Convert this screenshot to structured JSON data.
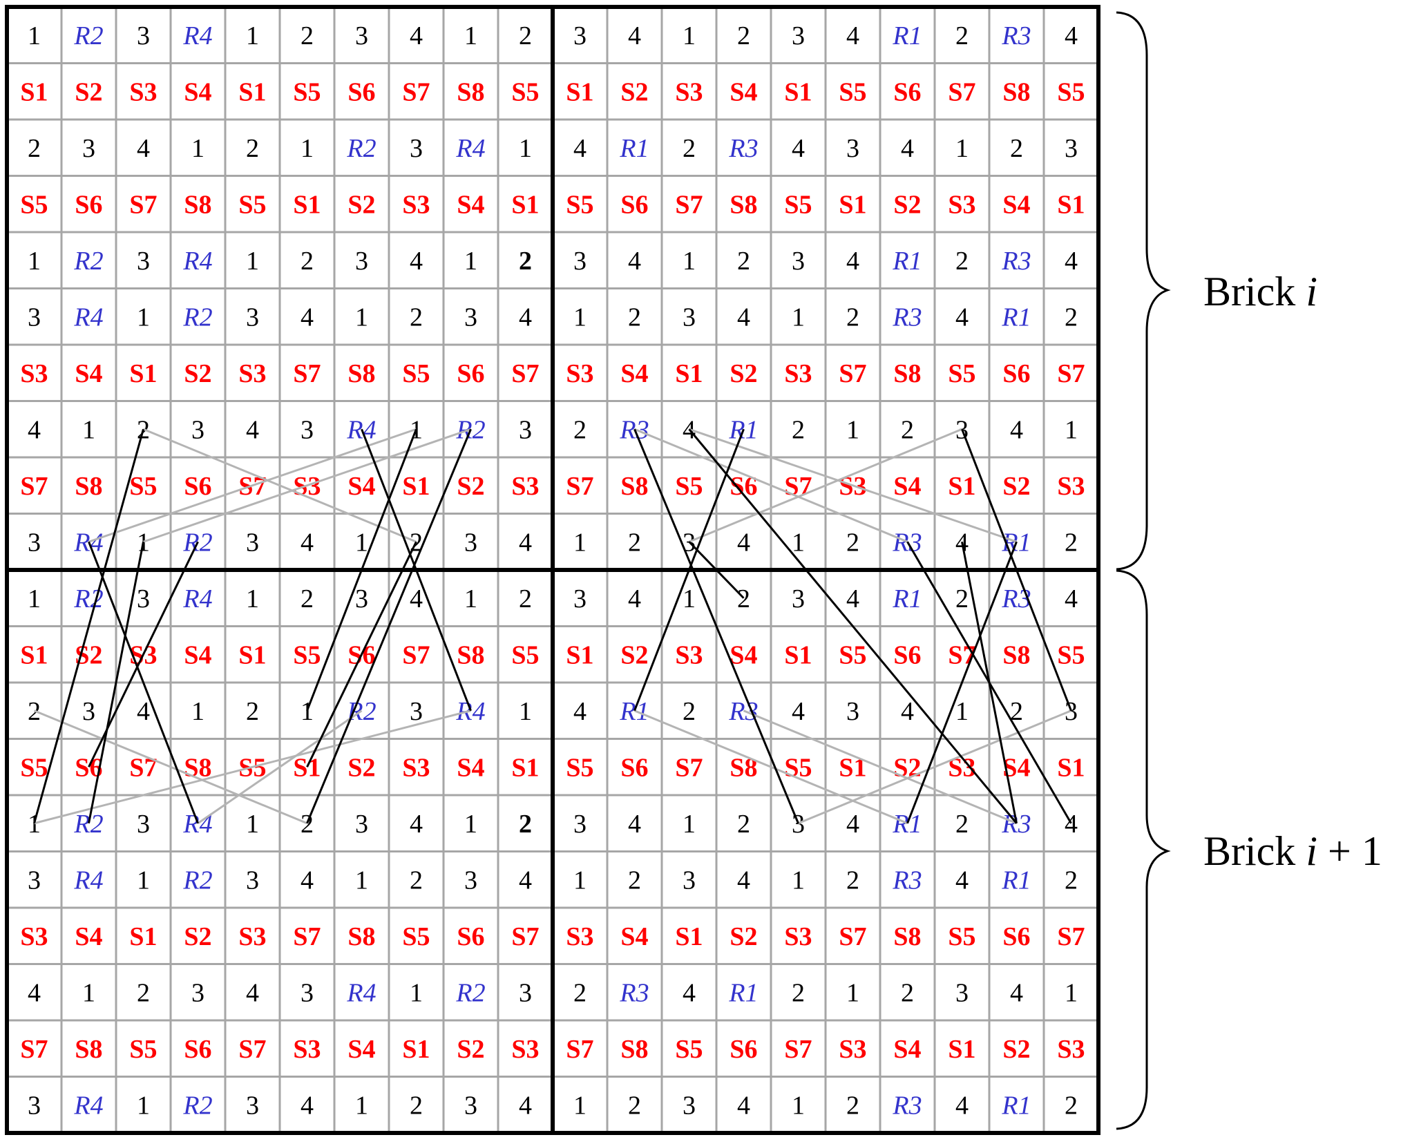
{
  "grid": {
    "rows": [
      [
        "1",
        "R2",
        "3",
        "R4",
        "1",
        "2",
        "3",
        "4",
        "1",
        "2",
        "3",
        "4",
        "1",
        "2",
        "3",
        "4",
        "R1",
        "2",
        "R3",
        "4"
      ],
      [
        "S1",
        "S2",
        "S3",
        "S4",
        "S1",
        "S5",
        "S6",
        "S7",
        "S8",
        "S5",
        "S1",
        "S2",
        "S3",
        "S4",
        "S1",
        "S5",
        "S6",
        "S7",
        "S8",
        "S5"
      ],
      [
        "2",
        "3",
        "4",
        "1",
        "2",
        "1",
        "R2",
        "3",
        "R4",
        "1",
        "4",
        "R1",
        "2",
        "R3",
        "4",
        "3",
        "4",
        "1",
        "2",
        "3"
      ],
      [
        "S5",
        "S6",
        "S7",
        "S8",
        "S5",
        "S1",
        "S2",
        "S3",
        "S4",
        "S1",
        "S5",
        "S6",
        "S7",
        "S8",
        "S5",
        "S1",
        "S2",
        "S3",
        "S4",
        "S1"
      ],
      [
        "1",
        "R2",
        "3",
        "R4",
        "1",
        "2",
        "3",
        "4",
        "1",
        "2",
        "3",
        "4",
        "1",
        "2",
        "3",
        "4",
        "R1",
        "2",
        "R3",
        "4"
      ],
      [
        "3",
        "R4",
        "1",
        "R2",
        "3",
        "4",
        "1",
        "2",
        "3",
        "4",
        "1",
        "2",
        "3",
        "4",
        "1",
        "2",
        "R3",
        "4",
        "R1",
        "2"
      ],
      [
        "S3",
        "S4",
        "S1",
        "S2",
        "S3",
        "S7",
        "S8",
        "S5",
        "S6",
        "S7",
        "S3",
        "S4",
        "S1",
        "S2",
        "S3",
        "S7",
        "S8",
        "S5",
        "S6",
        "S7"
      ],
      [
        "4",
        "1",
        "2",
        "3",
        "4",
        "3",
        "R4",
        "1",
        "R2",
        "3",
        "2",
        "R3",
        "4",
        "R1",
        "2",
        "1",
        "2",
        "3",
        "4",
        "1"
      ],
      [
        "S7",
        "S8",
        "S5",
        "S6",
        "S7",
        "S3",
        "S4",
        "S1",
        "S2",
        "S3",
        "S7",
        "S8",
        "S5",
        "S6",
        "S7",
        "S3",
        "S4",
        "S1",
        "S2",
        "S3"
      ],
      [
        "3",
        "R4",
        "1",
        "R2",
        "3",
        "4",
        "1",
        "2",
        "3",
        "4",
        "1",
        "2",
        "3",
        "4",
        "1",
        "2",
        "R3",
        "4",
        "R1",
        "2"
      ],
      [
        "1",
        "R2",
        "3",
        "R4",
        "1",
        "2",
        "3",
        "4",
        "1",
        "2",
        "3",
        "4",
        "1",
        "2",
        "3",
        "4",
        "R1",
        "2",
        "R3",
        "4"
      ],
      [
        "S1",
        "S2",
        "S3",
        "S4",
        "S1",
        "S5",
        "S6",
        "S7",
        "S8",
        "S5",
        "S1",
        "S2",
        "S3",
        "S4",
        "S1",
        "S5",
        "S6",
        "S7",
        "S8",
        "S5"
      ],
      [
        "2",
        "3",
        "4",
        "1",
        "2",
        "1",
        "R2",
        "3",
        "R4",
        "1",
        "4",
        "R1",
        "2",
        "R3",
        "4",
        "3",
        "4",
        "1",
        "2",
        "3"
      ],
      [
        "S5",
        "S6",
        "S7",
        "S8",
        "S5",
        "S1",
        "S2",
        "S3",
        "S4",
        "S1",
        "S5",
        "S6",
        "S7",
        "S8",
        "S5",
        "S1",
        "S2",
        "S3",
        "S4",
        "S1"
      ],
      [
        "1",
        "R2",
        "3",
        "R4",
        "1",
        "2",
        "3",
        "4",
        "1",
        "2",
        "3",
        "4",
        "1",
        "2",
        "3",
        "4",
        "R1",
        "2",
        "R3",
        "4"
      ],
      [
        "3",
        "R4",
        "1",
        "R2",
        "3",
        "4",
        "1",
        "2",
        "3",
        "4",
        "1",
        "2",
        "3",
        "4",
        "1",
        "2",
        "R3",
        "4",
        "R1",
        "2"
      ],
      [
        "S3",
        "S4",
        "S1",
        "S2",
        "S3",
        "S7",
        "S8",
        "S5",
        "S6",
        "S7",
        "S3",
        "S4",
        "S1",
        "S2",
        "S3",
        "S7",
        "S8",
        "S5",
        "S6",
        "S7"
      ],
      [
        "4",
        "1",
        "2",
        "3",
        "4",
        "3",
        "R4",
        "1",
        "R2",
        "3",
        "2",
        "R3",
        "4",
        "R1",
        "2",
        "1",
        "2",
        "3",
        "4",
        "1"
      ],
      [
        "S7",
        "S8",
        "S5",
        "S6",
        "S7",
        "S3",
        "S4",
        "S1",
        "S2",
        "S3",
        "S7",
        "S8",
        "S5",
        "S6",
        "S7",
        "S3",
        "S4",
        "S1",
        "S2",
        "S3"
      ],
      [
        "3",
        "R4",
        "1",
        "R2",
        "3",
        "4",
        "1",
        "2",
        "3",
        "4",
        "1",
        "2",
        "3",
        "4",
        "1",
        "2",
        "R3",
        "4",
        "R1",
        "2"
      ]
    ],
    "bold_cells": [
      [
        4,
        9
      ],
      [
        14,
        9
      ]
    ]
  },
  "connections": {
    "black": [
      [
        [
          7,
          2
        ],
        [
          14,
          0
        ]
      ],
      [
        [
          9,
          1
        ],
        [
          14,
          3
        ]
      ],
      [
        [
          9,
          2
        ],
        [
          14,
          1
        ]
      ],
      [
        [
          9,
          3
        ],
        [
          13,
          1
        ]
      ],
      [
        [
          7,
          6
        ],
        [
          12,
          8
        ]
      ],
      [
        [
          7,
          7
        ],
        [
          12,
          5
        ]
      ],
      [
        [
          7,
          8
        ],
        [
          14,
          5
        ]
      ],
      [
        [
          9,
          7
        ],
        [
          13,
          5
        ]
      ],
      [
        [
          7,
          11
        ],
        [
          14,
          14
        ]
      ],
      [
        [
          7,
          12
        ],
        [
          14,
          18
        ]
      ],
      [
        [
          7,
          13
        ],
        [
          12,
          11
        ]
      ],
      [
        [
          7,
          17
        ],
        [
          12,
          19
        ]
      ],
      [
        [
          9,
          12
        ],
        [
          10,
          13
        ]
      ],
      [
        [
          9,
          16
        ],
        [
          14,
          19
        ]
      ],
      [
        [
          9,
          17
        ],
        [
          14,
          18
        ]
      ],
      [
        [
          9,
          18
        ],
        [
          14,
          16
        ]
      ]
    ],
    "gray": [
      [
        [
          7,
          2
        ],
        [
          9,
          7
        ]
      ],
      [
        [
          7,
          7
        ],
        [
          9,
          1
        ]
      ],
      [
        [
          7,
          8
        ],
        [
          9,
          2
        ]
      ],
      [
        [
          7,
          11
        ],
        [
          9,
          16
        ]
      ],
      [
        [
          7,
          12
        ],
        [
          9,
          18
        ]
      ],
      [
        [
          7,
          17
        ],
        [
          9,
          12
        ]
      ],
      [
        [
          12,
          0
        ],
        [
          14,
          5
        ]
      ],
      [
        [
          12,
          8
        ],
        [
          14,
          0
        ]
      ],
      [
        [
          12,
          6
        ],
        [
          14,
          3
        ]
      ],
      [
        [
          12,
          11
        ],
        [
          14,
          16
        ]
      ],
      [
        [
          12,
          13
        ],
        [
          14,
          18
        ]
      ],
      [
        [
          12,
          19
        ],
        [
          14,
          14
        ]
      ]
    ]
  },
  "labels": {
    "brick_upper": "Brick",
    "brick_upper_var": "i",
    "brick_lower": "Brick",
    "brick_lower_var": "i",
    "brick_lower_suffix": " + 1"
  },
  "colors": {
    "s_text": "#ff0000",
    "r_text": "#3333cc",
    "num_text": "#000000",
    "grid": "#a6a6a6",
    "block_border": "#000000"
  }
}
